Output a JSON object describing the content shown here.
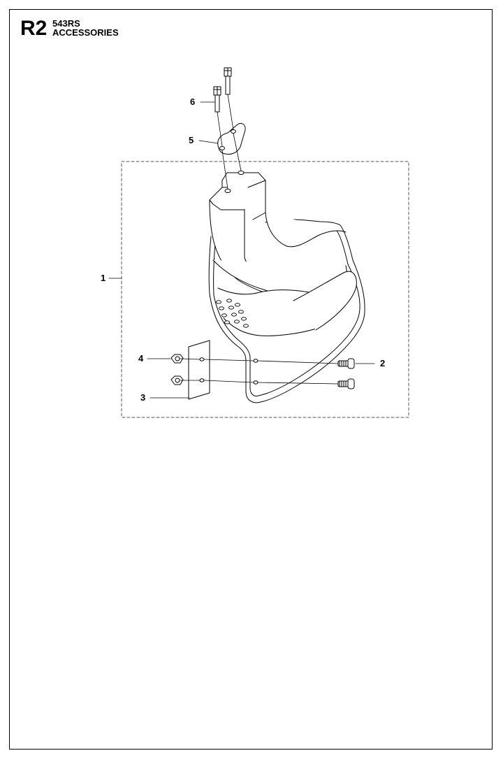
{
  "header": {
    "code": "R2",
    "model": "543RS",
    "section": "ACCESSORIES"
  },
  "callouts": {
    "c1": "1",
    "c2": "2",
    "c3": "3",
    "c4": "4",
    "c5": "5",
    "c6": "6"
  }
}
